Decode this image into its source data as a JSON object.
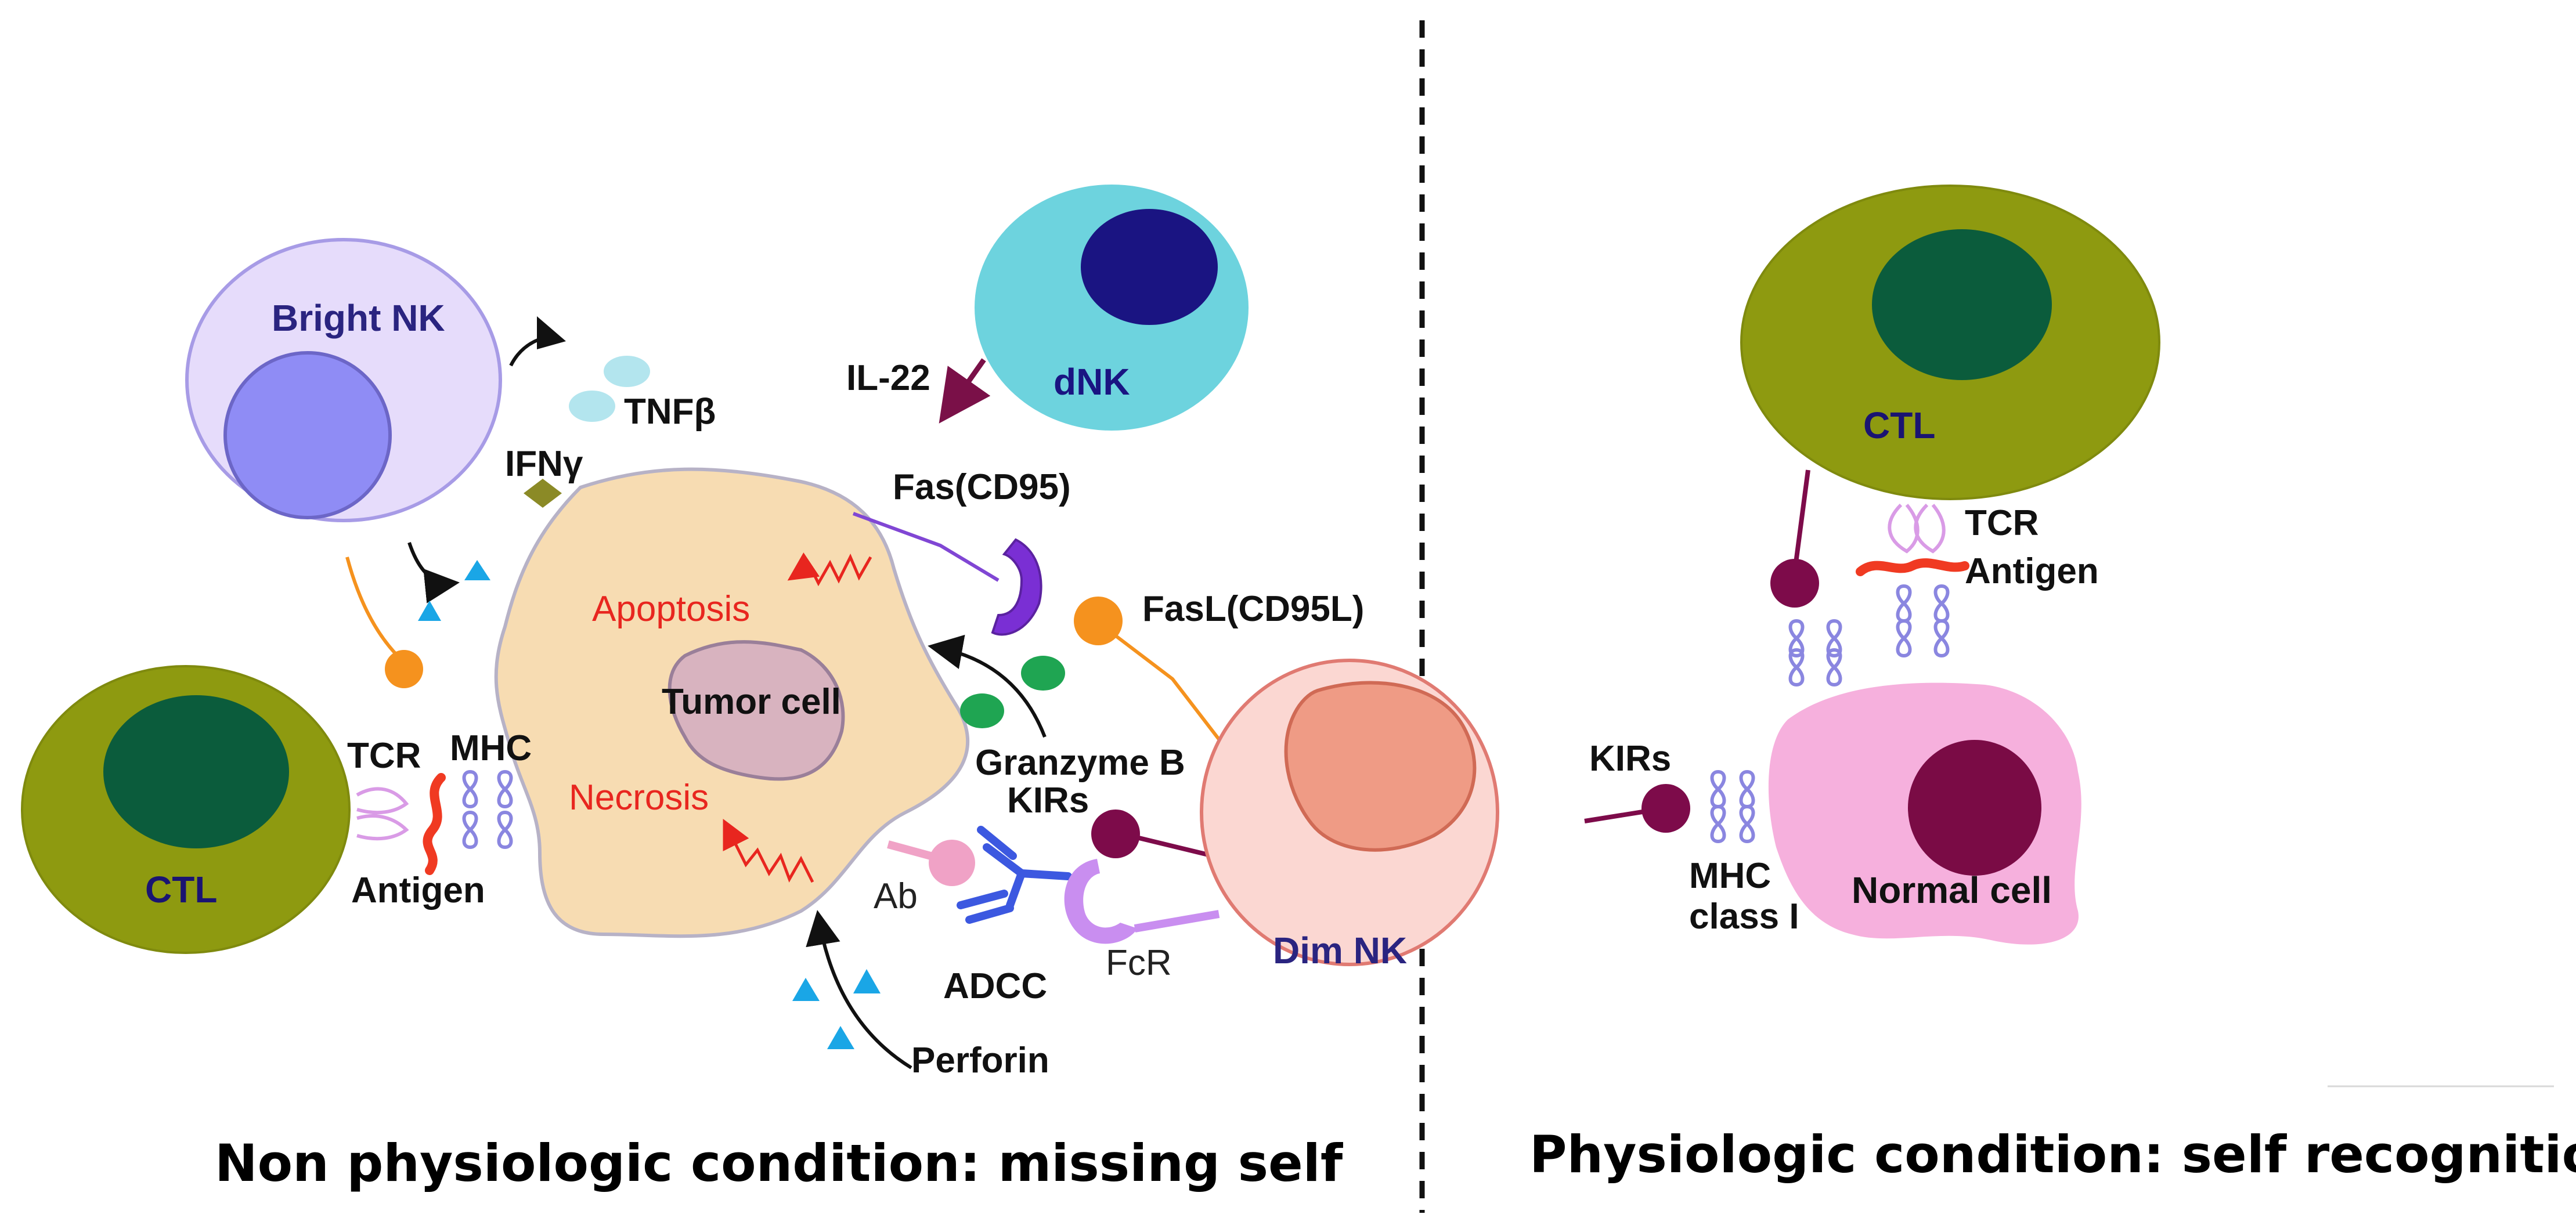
{
  "labels": {
    "bright_nk": "Bright NK",
    "tnf_beta": "TNFβ",
    "ifn_gamma": "IFNγ",
    "il22": "IL-22",
    "dnk": "dNK",
    "fas": "Fas(CD95)",
    "fasl": "FasL(CD95L)",
    "apoptosis": "Apoptosis",
    "tumor_cell": "Tumor cell",
    "necrosis": "Necrosis",
    "granzyme_b": "Granzyme B",
    "kirs_left": "KIRs",
    "ab": "Ab",
    "adcc": "ADCC",
    "fcr": "FcR",
    "perforin": "Perforin",
    "dim_nk": "Dim NK",
    "ctl_left": "CTL",
    "tcr_left": "TCR",
    "mhc_left": "MHC",
    "antigen_left": "Antigen",
    "ctl_right": "CTL",
    "tcr_right": "TCR",
    "antigen_right": "Antigen",
    "kirs_right": "KIRs",
    "mhc_class_i_line1": "MHC",
    "mhc_class_i_line2": "class I",
    "normal_cell": "Normal cell"
  },
  "captions": {
    "left": "Non physiologic condition: missing self",
    "right": "Physiologic condition: self recognition"
  },
  "colors": {
    "bright_nk_membrane": "#e6dcfb",
    "bright_nk_nucleus": "#8f8cf5",
    "dnk_membrane": "#6dd3de",
    "dnk_nucleus": "#1a1482",
    "tumor_cytoplasm": "#f7dcb2",
    "tumor_nucleus": "#d8b3bf",
    "ctl_membrane": "#8e9a10",
    "ctl_nucleus": "#0b5c3c",
    "dim_nk_membrane": "#fbd7d2",
    "dim_nk_nucleus": "#ef9b85",
    "normal_cell": "#f6b0dd",
    "normal_nucleus": "#7a0b45",
    "kir": "#7d0b4a",
    "fasl_ball": "#f5921e",
    "granzyme": "#1fa552",
    "perforin": "#1aa6e6",
    "antibody": "#3c58e0",
    "fcr": "#c98ef0",
    "death_red": "#e8261f"
  }
}
